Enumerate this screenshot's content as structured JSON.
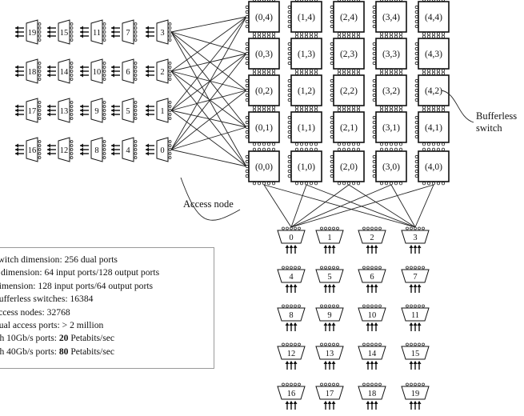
{
  "switch_labels": [
    "(0,4)",
    "(1,4)",
    "(2,4)",
    "(3,4)",
    "(4,4)",
    "(0,3)",
    "(1,3)",
    "(2,3)",
    "(3,3)",
    "(4,3)",
    "(0,2)",
    "(1,2)",
    "(2,2)",
    "(3,2)",
    "(4,2)",
    "(0,1)",
    "(1,1)",
    "(2,1)",
    "(3,1)",
    "(4,1)",
    "(0,0)",
    "(1,0)",
    "(2,0)",
    "(3,0)",
    "(4,0)"
  ],
  "left_nodes": [
    [
      "19",
      "15",
      "11",
      "7",
      "3"
    ],
    [
      "18",
      "14",
      "10",
      "6",
      "2"
    ],
    [
      "17",
      "13",
      "9",
      "5",
      "1"
    ],
    [
      "16",
      "12",
      "8",
      "4",
      "0"
    ]
  ],
  "bottom_nodes": [
    [
      "0",
      "1",
      "2",
      "3"
    ],
    [
      "4",
      "5",
      "6",
      "7"
    ],
    [
      "8",
      "9",
      "10",
      "11"
    ],
    [
      "12",
      "13",
      "14",
      "15"
    ],
    [
      "16",
      "17",
      "18",
      "19"
    ]
  ],
  "annotations": {
    "access_node": "Access node",
    "bufferless_line1": "Bufferless",
    "bufferless_line2": "switch"
  },
  "stats": [
    {
      "text": "switch dimension: 256 dual ports",
      "bold": "",
      "suffix": ""
    },
    {
      "text": "e dimension: 64 input ports/128 output ports",
      "bold": "",
      "suffix": ""
    },
    {
      "text": "dimension: 128 input ports/64 output ports",
      "bold": "",
      "suffix": ""
    },
    {
      "text": " bufferless switches: 16384",
      "bold": "",
      "suffix": ""
    },
    {
      "text": " access nodes: 32768",
      "bold": "",
      "suffix": ""
    },
    {
      "text": " dual access ports: > 2 million",
      "bold": "",
      "suffix": ""
    },
    {
      "text": "ith 10Gb/s ports:  ",
      "bold": "20",
      "suffix": " Petabits/sec"
    },
    {
      "text": "ith 40Gb/s ports:  ",
      "bold": "80",
      "suffix": " Petabits/sec"
    }
  ]
}
